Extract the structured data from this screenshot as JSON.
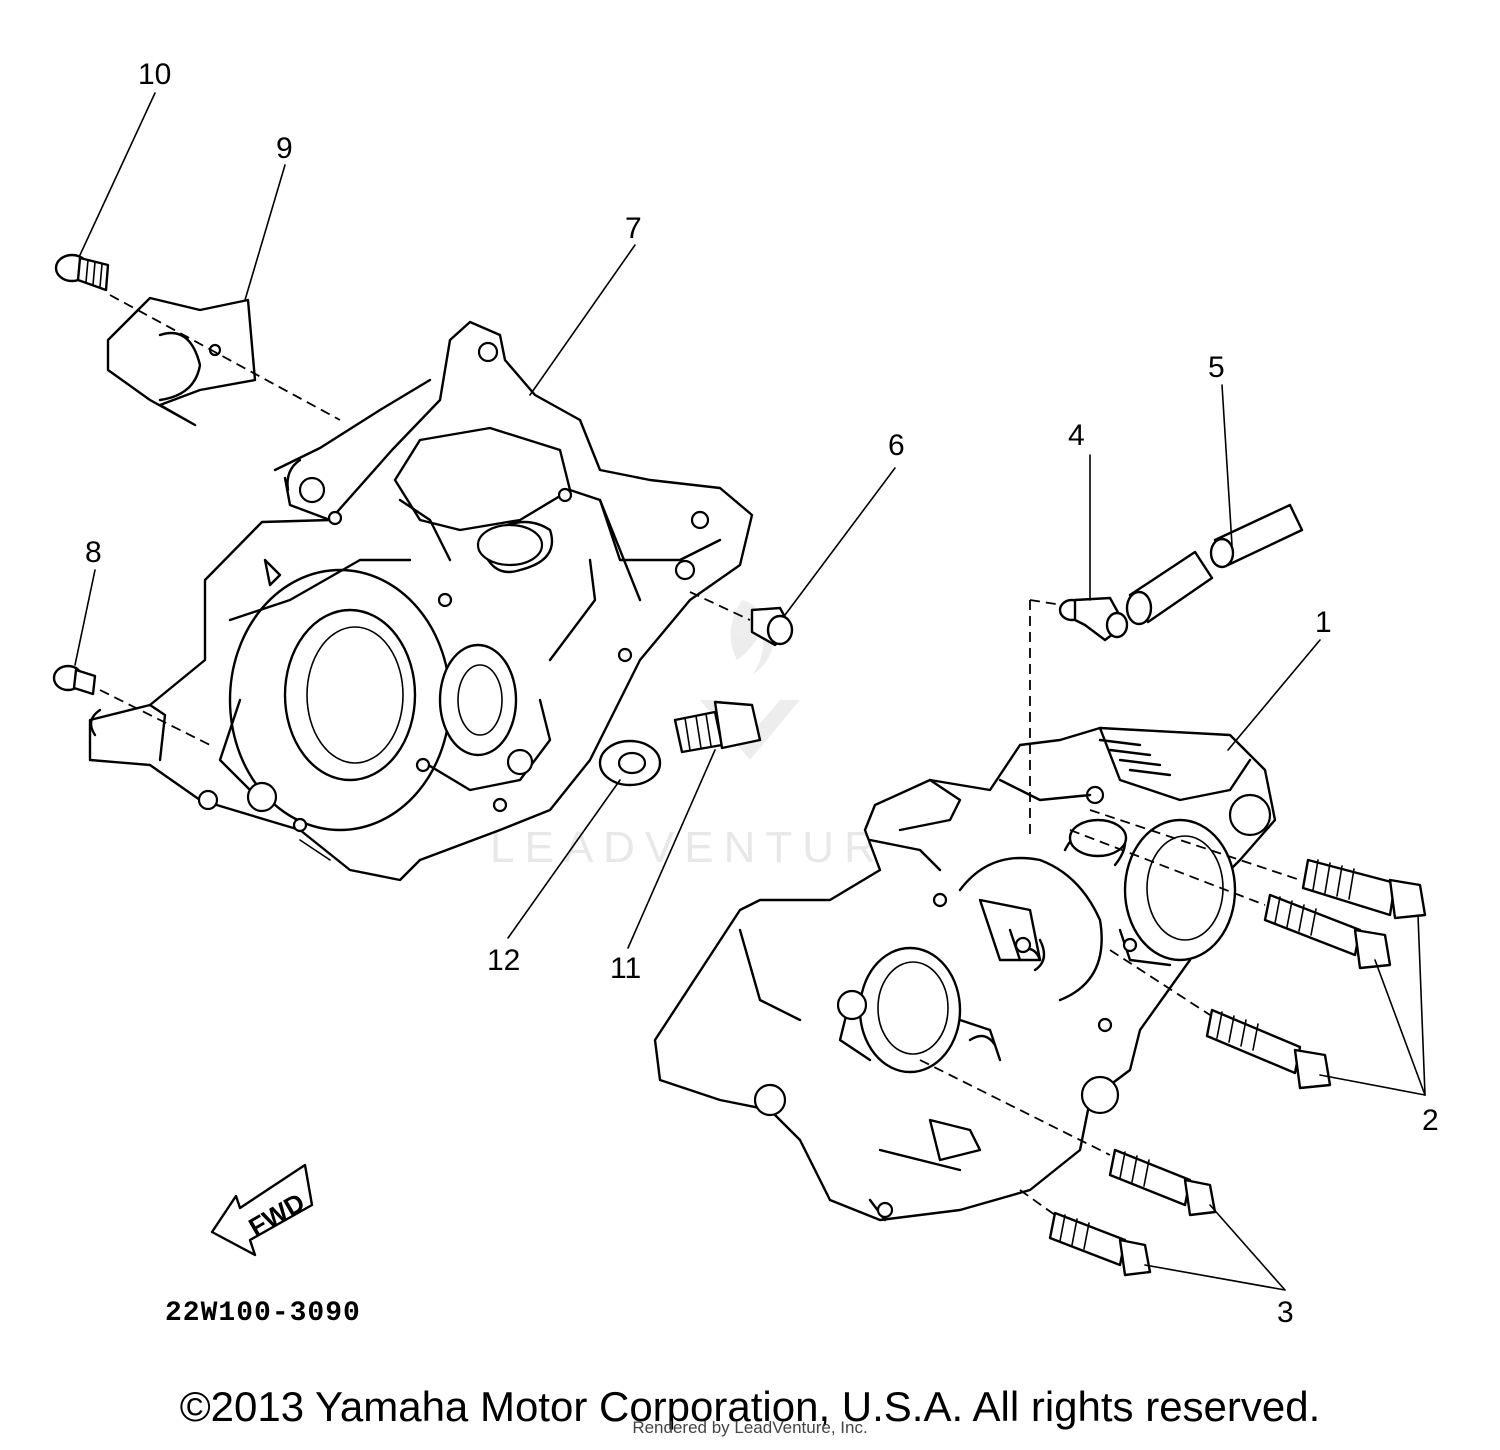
{
  "diagram": {
    "code": "22W100-3090",
    "fwd_label": "FWD",
    "watermark": "LEADVENTURE",
    "part_labels": [
      {
        "id": "1",
        "text": "1"
      },
      {
        "id": "2",
        "text": "2"
      },
      {
        "id": "3",
        "text": "3"
      },
      {
        "id": "4",
        "text": "4"
      },
      {
        "id": "5",
        "text": "5"
      },
      {
        "id": "6",
        "text": "6"
      },
      {
        "id": "7",
        "text": "7"
      },
      {
        "id": "8",
        "text": "8"
      },
      {
        "id": "9",
        "text": "9"
      },
      {
        "id": "10",
        "text": "10"
      },
      {
        "id": "11",
        "text": "11"
      },
      {
        "id": "12",
        "text": "12"
      }
    ]
  },
  "footer": {
    "copyright": "©2013 Yamaha Motor Corporation, U.S.A. All rights reserved.",
    "rendered_by": "Rendered by LeadVenture, Inc."
  }
}
